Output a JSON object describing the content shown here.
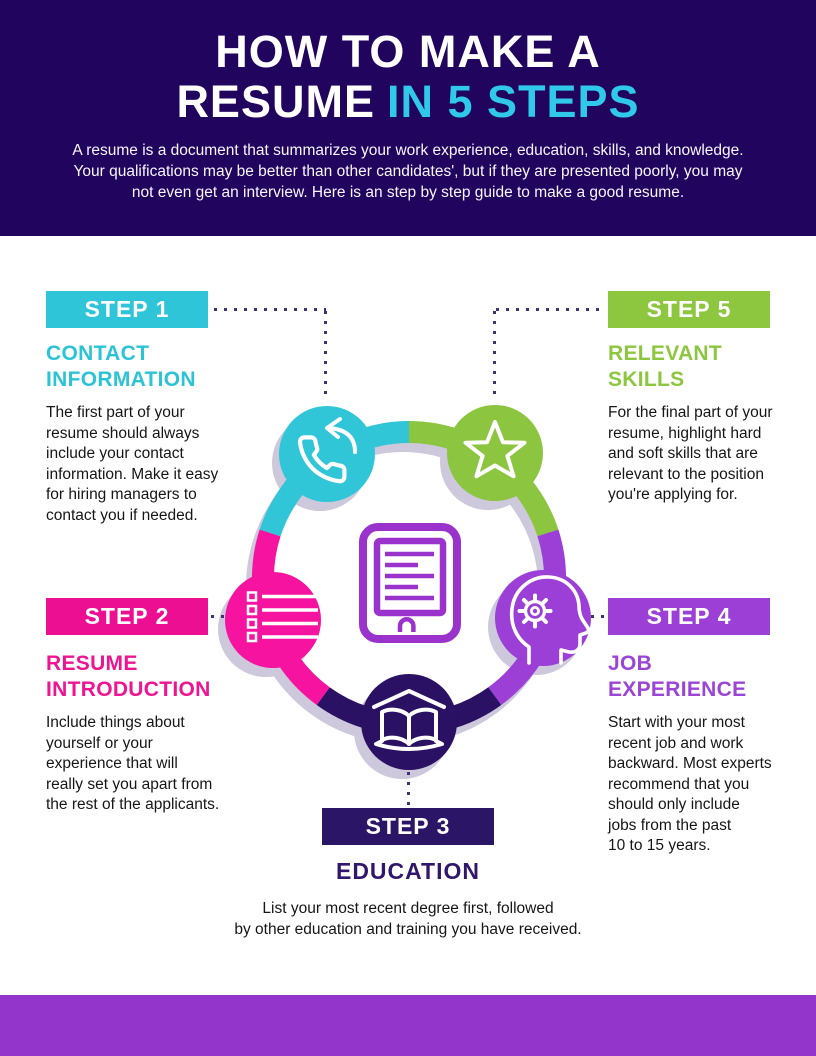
{
  "colors": {
    "header_bg": "#21045e",
    "accent_cyan": "#31c9ea",
    "cyan": "#30c6d8",
    "green": "#8cc540",
    "magenta": "#f513a0",
    "purple": "#9b3fd6",
    "navy": "#2a1163",
    "box_cyan": "#2fc5d8",
    "box_magenta": "#ed0f92",
    "box_green": "#8dc63f",
    "box_purple": "#9b3fd6",
    "box_navy": "#2b1566",
    "heading_cyan": "#2cc3d6",
    "heading_magenta": "#ed1592",
    "heading_green": "#8dc63f",
    "heading_purple": "#9b45d6",
    "heading_navy": "#31176b",
    "footer_purple": "#9334cb",
    "dotted_line": "#3f3273",
    "center_icon_purple": "#9933cc",
    "shadow_gray": "#cdc8dc",
    "body_text": "#161616"
  },
  "header": {
    "title_line1": "HOW TO MAKE A",
    "title_line2_white": "RESUME",
    "title_line2_accent": "IN 5 STEPS",
    "subtitle_lines": [
      "A resume is a document that summarizes your work experience, education, skills, and knowledge.",
      "Your qualifications may be better than other candidates', but if they are presented poorly, you may",
      "not even get an interview. Here is an step by step guide to make a good resume."
    ]
  },
  "steps": [
    {
      "label": "STEP 1",
      "heading_lines": [
        "CONTACT",
        "INFORMATION"
      ],
      "body_lines": [
        "The first part of your",
        "resume should always",
        "include your contact",
        "information. Make it easy",
        "for hiring managers to",
        "contact you if needed."
      ],
      "icon": "phone-incoming-icon"
    },
    {
      "label": "STEP 2",
      "heading_lines": [
        "RESUME",
        "INTRODUCTION"
      ],
      "body_lines": [
        "Include things about",
        "yourself or your",
        "experience that will",
        "really set you apart from",
        "the rest of the applicants."
      ],
      "icon": "checklist-icon"
    },
    {
      "label": "STEP 3",
      "heading_lines": [
        "EDUCATION"
      ],
      "body_lines": [
        "List your most recent degree first, followed",
        "by other education and training you have received."
      ],
      "icon": "open-book-icon"
    },
    {
      "label": "STEP 4",
      "heading_lines": [
        "JOB",
        "EXPERIENCE"
      ],
      "body_lines": [
        "Start with your most",
        "recent job and work",
        "backward. Most experts",
        "recommend that you",
        "should only include",
        "jobs from the past",
        "10 to 15 years."
      ],
      "icon": "head-gear-icon"
    },
    {
      "label": "STEP 5",
      "heading_lines": [
        "RELEVANT",
        "SKILLS"
      ],
      "body_lines": [
        "For the final part of your",
        "resume, highlight hard",
        "and soft skills that are",
        "relevant to the position",
        "you're applying for."
      ],
      "icon": "star-icon"
    }
  ],
  "diagram": {
    "center_icon": "e-reader-document-icon"
  }
}
